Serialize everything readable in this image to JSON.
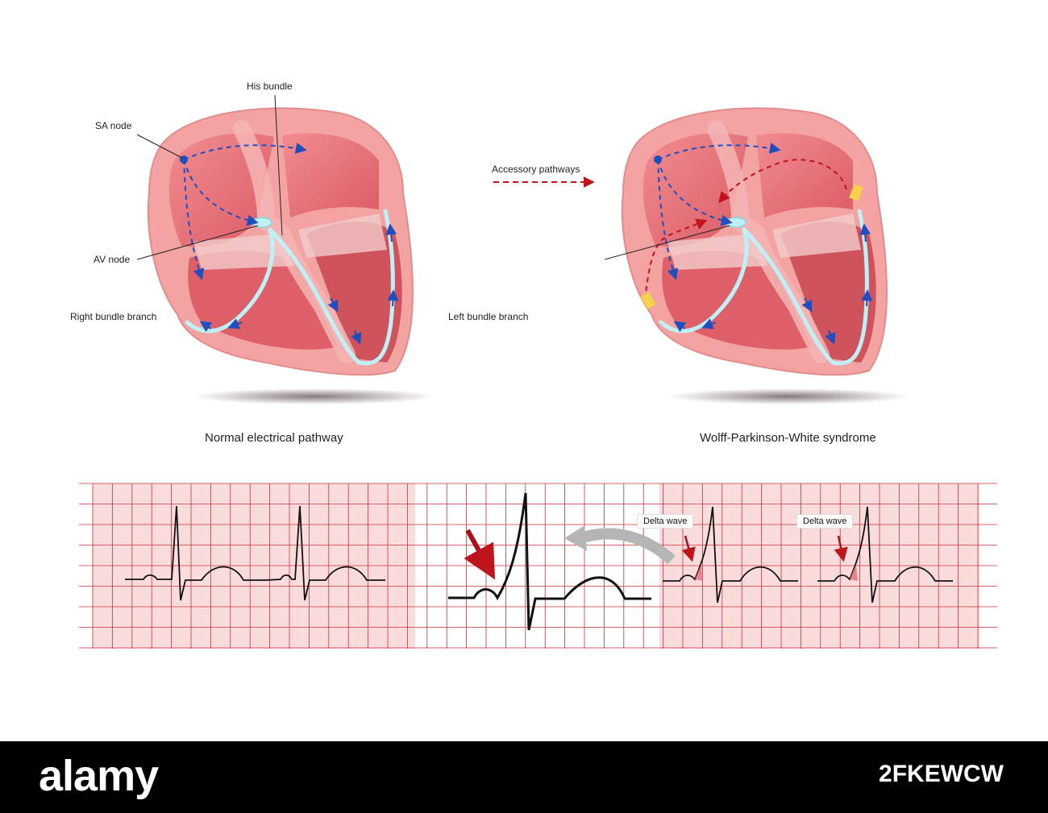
{
  "labels": {
    "his_bundle": "His bundle",
    "sa_node": "SA node",
    "av_node": "AV node",
    "right_bundle_branch": "Right bundle branch",
    "left_bundle_branch": "Left bundle branch",
    "accessory_pathways": "Accessory pathways"
  },
  "captions": {
    "normal": "Normal electrical pathway",
    "wpw": "Wolff-Parkinson-White syndrome"
  },
  "ecg": {
    "delta_wave_1": "Delta wave",
    "delta_wave_2": "Delta wave"
  },
  "footer": {
    "brand": "alamy",
    "image_code": "2FKEWCW"
  },
  "colors": {
    "myocardium": "#f4a3a3",
    "chamber": "#e8707a",
    "conduction_path": "#bff0f5",
    "impulse_arrow": "#1f4fbf",
    "accessory_arrow": "#c0141c",
    "grid_line": "#c8323a",
    "grid_fill": "#fbdcdc"
  }
}
